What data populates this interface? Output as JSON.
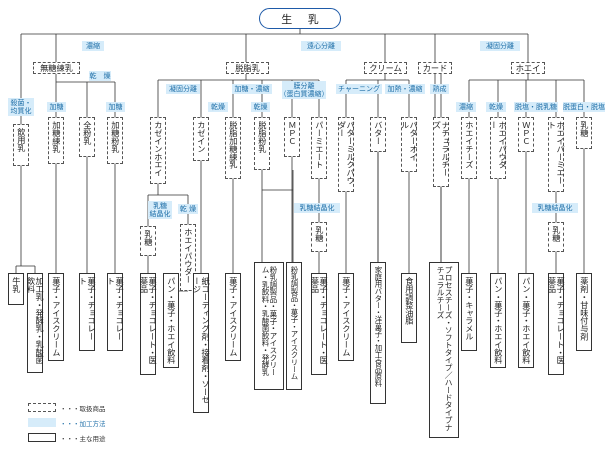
{
  "title": "生 乳",
  "products": {
    "mushi_renyu": "無糖練乳",
    "dasshinyu": "脱脂乳",
    "cream": "クリーム",
    "curd": "カード",
    "whey": "ホエイ",
    "inyo_nyu": "飲用乳",
    "kato_renyu": "加糖練乳",
    "zenfun_nyu": "全粉乳",
    "kato_fun_nyu": "加糖粉乳",
    "casein_whey": "カゼインホエイ",
    "casein": "カゼイン",
    "dasshi_kato_renyu": "脱脂加糖練乳",
    "dasshi_fun_nyu": "脱脂粉乳",
    "mpc": "ＭＰＣ",
    "permeate": "パーミエート",
    "butter_milk_powder": "バターミルクパウダー",
    "butter": "バター",
    "butter_oil": "バターオイル",
    "natural_cheese": "ナチュラルチーズ",
    "whey_cheese": "ホエイチーズ",
    "whey_powder": "ホエイパウダー",
    "wpc": "ＷＰＣ",
    "whey_permeate": "ホエイパーミエート",
    "nyuto_a": "乳糖",
    "whey_powder_2": "ホエイパウダー",
    "nyuto_b": "乳糖",
    "nyuto_c": "乳糖",
    "nyuto_d": "乳糖"
  },
  "processes": {
    "concentrate": "濃縮",
    "cream_sep": "遠心分離",
    "coagulate": "凝固分離",
    "dry_1": "乾　燥",
    "sterilize_1": "殺菌・",
    "sterilize_2": "均質化",
    "sugar_1": "加糖",
    "sugar_2": "加糖",
    "coagulate_2": "凝固分離",
    "sugar_conc": "加糖・濃縮",
    "dry_2": "乾燥",
    "membrane_1": "膜分離",
    "membrane_2": "（蛋白質濃縮）",
    "churning": "チャーニング",
    "heat_conc": "加熱・濃縮",
    "ripening": "熟成",
    "conc_2": "濃縮",
    "dry_3": "乾燥",
    "desalt": "脱塩・脱乳糖",
    "deprotein": "脱蛋白・脱塩",
    "lactose_cryst_1a": "乳糖",
    "lactose_cryst_1b": "結晶化",
    "dry_4": "乾 燥",
    "dry_5": "乾燥",
    "lactose_cryst_2": "乳糖結晶化",
    "lactose_cryst_3": "乳糖結晶化"
  },
  "uses": {
    "milk": "牛乳",
    "processed_milk": "加工乳・発酵乳・乳酸菌飲料",
    "confection_ice": "菓子・アイスクリーム",
    "confection_choco_1": "菓子・チョコレート",
    "confection_choco_2": "菓子・チョコレート",
    "choco_pharma_1": "菓子・チョコレート・医薬品",
    "bread_whey_drink_1": "パン・菓子・ホエイ飲料",
    "paper_coating": "紙コーティング剤・接着剤・ソーセージ",
    "confection_ice_2": "菓子・アイスクリーム",
    "milk_drinks": "粉乳調製品・菓子・アイスクリーム・乳飲料・乳酸菌飲料・発酵乳",
    "milk_formula": "粉乳調製品・菓子・アイスクリーム",
    "choco_pharma_2": "菓子・チョコレート・医薬品",
    "confection_ice_3": "菓子・アイスクリーム",
    "home_butter": "家庭用バター・洋菓子・加工食品原料",
    "cooking_fat": "食用調整油脂",
    "process_cheese": "プロセスチーズ・ソフトタイプ／ハードタイプナチュラルチーズ",
    "caramel": "菓子・キャラメル",
    "bread_whey_drink_2": "パン・菓子・ホエイ飲料",
    "bread_whey_drink_3": "パン・菓子・ホエイ飲料",
    "choco_pharma_3": "菓子・チョコレート・医薬品",
    "pharma_sweetener": "薬剤・甘味付与剤"
  },
  "legend": {
    "intermediate": "・・・取扱商品",
    "process": "・・・加工方法",
    "use": "・・・主な用途"
  },
  "colors": {
    "process_bg": "#d6ecfa",
    "process_text": "#1f6fa8",
    "title_border": "#1e5aa8"
  }
}
